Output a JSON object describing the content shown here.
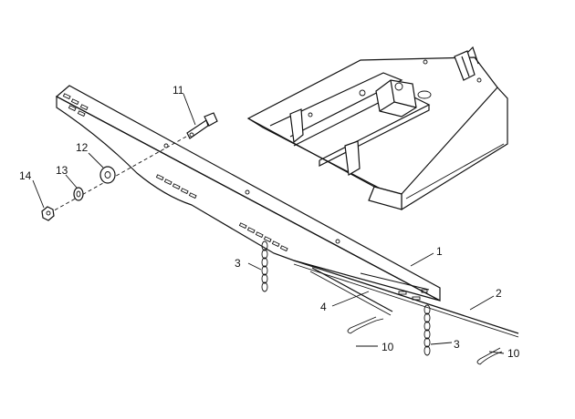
{
  "callouts": {
    "c1": "1",
    "c2": "2",
    "c3a": "3",
    "c3b": "3",
    "c4": "4",
    "c10a": "10",
    "c10b": "10",
    "c11": "11",
    "c12": "12",
    "c13": "13",
    "c14": "14"
  }
}
